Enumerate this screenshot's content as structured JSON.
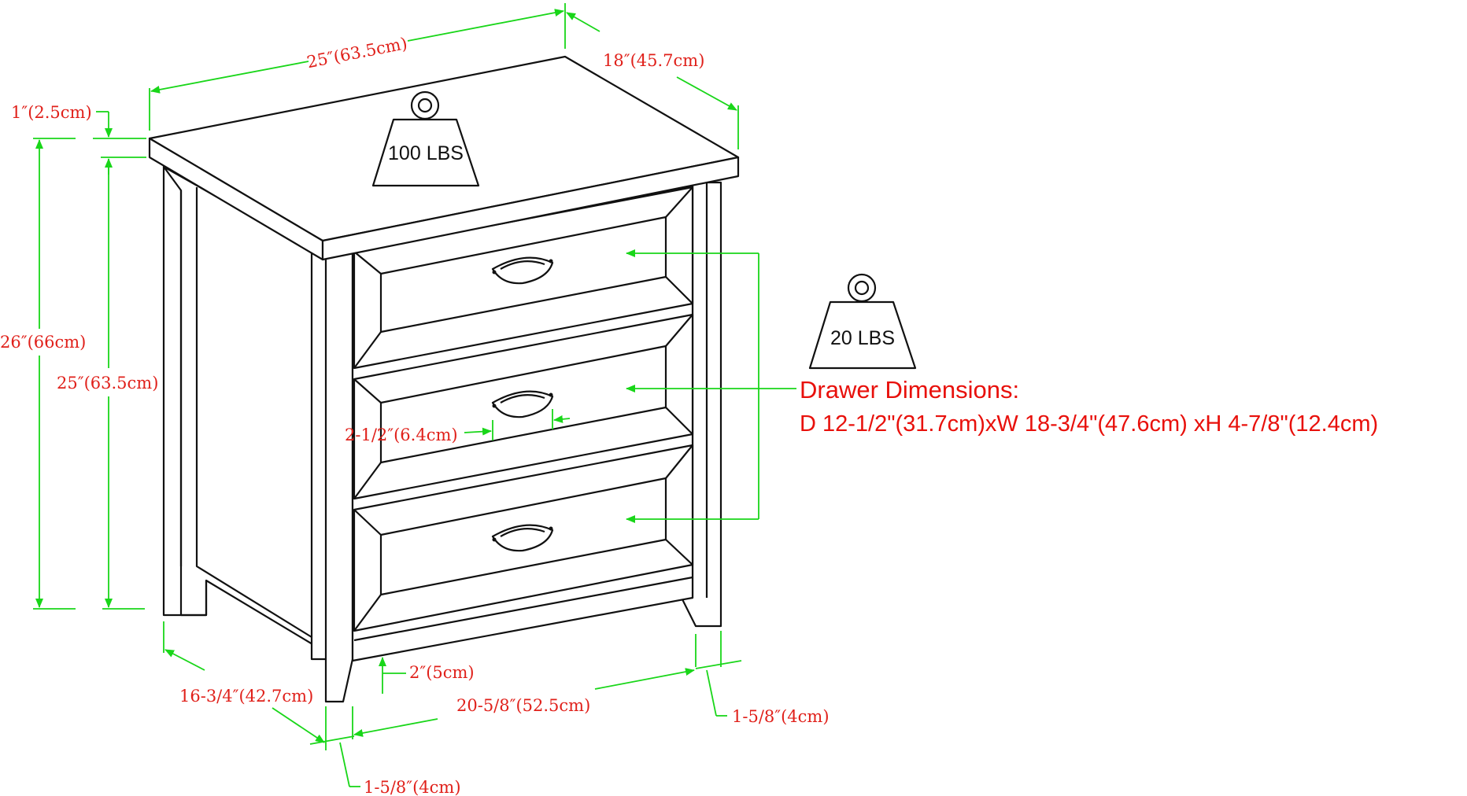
{
  "figure": {
    "subject": "nightstand-line-drawing",
    "colors": {
      "dimension_line": "#19d619",
      "dimension_text": "#e0201a",
      "drawer_text": "#e8100b",
      "outline": "#111111"
    }
  },
  "dimensions": {
    "top_width": "25″(63.5cm)",
    "top_depth": "18″(45.7cm)",
    "top_thickness": "1″(2.5cm)",
    "overall_height": "26″(66cm)",
    "body_height": "25″(63.5cm)",
    "handle_width": "2-1/2″(6.4cm)",
    "base_depth": "16-3/4″(42.7cm)",
    "leg_clearance": "2″(5cm)",
    "base_width": "20-5/8″(52.5cm)",
    "leg_width_right": "1-5/8″(4cm)",
    "leg_width_left": "1-5/8″(4cm)"
  },
  "weights": {
    "top_capacity": "100 LBS",
    "drawer_capacity": "20 LBS"
  },
  "drawer_info": {
    "title": "Drawer Dimensions:",
    "detail": "D 12-1/2\"(31.7cm)xW 18-3/4\"(47.6cm) xH 4-7/8\"(12.4cm)"
  }
}
